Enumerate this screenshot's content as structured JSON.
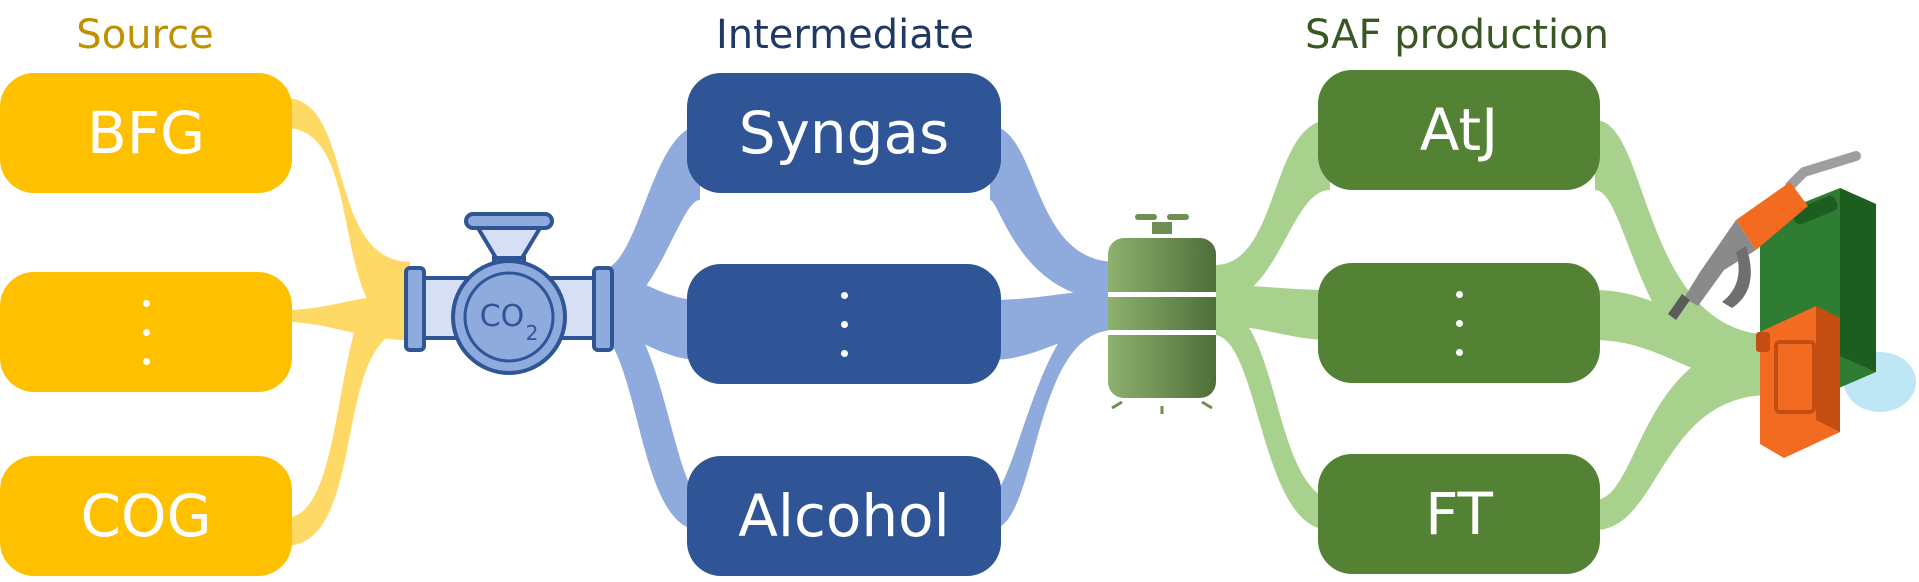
{
  "colors": {
    "source": "#FFC000",
    "source_flow": "#FFD966",
    "intermediate": "#2F5597",
    "intermediate_flow": "#8FAADC",
    "saf": "#548235",
    "saf_flow": "#A9D18E",
    "source_header": "#BF9000",
    "intermediate_header": "#203864",
    "saf_header": "#385723"
  },
  "columns": {
    "source": {
      "header": "Source",
      "nodes": [
        {
          "label": "BFG"
        },
        {
          "label": ""
        },
        {
          "label": "COG"
        }
      ]
    },
    "intermediate": {
      "header": "Intermediate",
      "nodes": [
        {
          "label": "Syngas"
        },
        {
          "label": ""
        },
        {
          "label": "Alcohol"
        }
      ]
    },
    "saf": {
      "header": "SAF production",
      "nodes": [
        {
          "label": "AtJ"
        },
        {
          "label": ""
        },
        {
          "label": "FT"
        }
      ]
    }
  },
  "icons": {
    "valve": {
      "name": "co2-valve-icon",
      "text": "CO",
      "subscript": "2"
    },
    "tank": {
      "name": "storage-tank-icon"
    },
    "fuel": {
      "name": "fuel-nozzle-jerrycan-icon"
    }
  }
}
